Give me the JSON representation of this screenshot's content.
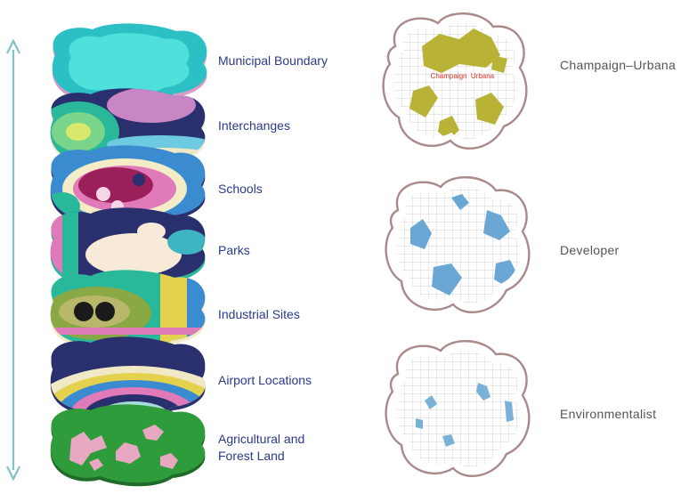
{
  "layers": [
    {
      "label": "Municipal Boundary"
    },
    {
      "label": "Interchanges"
    },
    {
      "label": "Schools"
    },
    {
      "label": "Parks"
    },
    {
      "label": "Industrial Sites"
    },
    {
      "label": "Airport Locations"
    },
    {
      "label": "Agricultural and",
      "label2": "Forest Land"
    }
  ],
  "maps": [
    {
      "label": "Champaign–Urbana",
      "fill": "#b8b336",
      "city1": "Champaign",
      "city2": "Urbana"
    },
    {
      "label": "Developer",
      "fill": "#6aa7d4"
    },
    {
      "label": "Environmentalist",
      "fill": "#7ab1d8"
    }
  ],
  "colors": {
    "arrow": "#7cc4c8",
    "label": "#2a3a8c",
    "map_outline": "#a98a8a",
    "city_text": "#d9342a"
  }
}
